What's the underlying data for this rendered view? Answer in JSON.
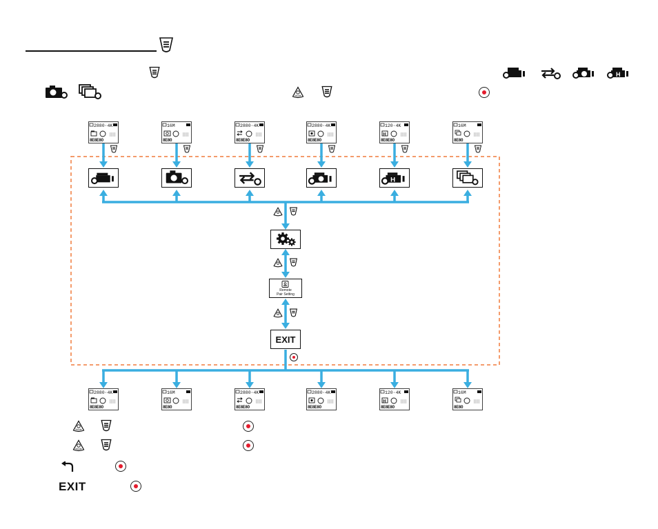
{
  "diagram": {
    "accent_color": "#3aaee0",
    "region_border_color": "#f07a3a",
    "record_color": "#e41c2e",
    "top_row_lcds": [
      {
        "line1": "2880·4K",
        "icon": "video"
      },
      {
        "line1": "16M",
        "icon": "photo"
      },
      {
        "line1": "2880·4K",
        "icon": "loop"
      },
      {
        "line1": "2880·4K",
        "icon": "timelapse"
      },
      {
        "line1": "120·4K",
        "icon": "highspeed"
      },
      {
        "line1": "16M",
        "icon": "burst"
      }
    ],
    "mode_settings_icons": [
      "video-settings-icon",
      "photo-settings-icon",
      "loop-settings-icon",
      "timelapse-settings-icon",
      "highspeed-settings-icon",
      "burst-settings-icon"
    ],
    "setup_icon": "gear-icon",
    "remote_box": {
      "line1": "Remote",
      "line2": "Pair Setting"
    },
    "exit_label": "EXIT",
    "mode_button_label": "Mode"
  },
  "legend": {
    "exit_label": "EXIT"
  }
}
